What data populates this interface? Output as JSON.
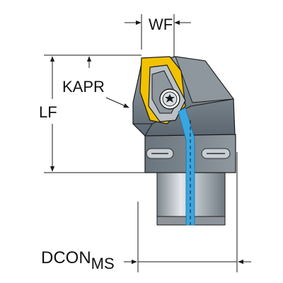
{
  "labels": {
    "wf": "WF",
    "kapr": "KAPR",
    "lf": "LF",
    "dcon": "DCON",
    "dcon_sub": "MS"
  },
  "colors": {
    "body_dark": "#5b6670",
    "body_mid": "#8a949c",
    "body_light": "#c9d0d5",
    "insert_yellow": "#f2c200",
    "coolant_blue": "#3aa6e0",
    "line": "#1a1a1a"
  },
  "icons": {
    "screw": "torx-screw-icon",
    "insert": "insert-icon"
  }
}
